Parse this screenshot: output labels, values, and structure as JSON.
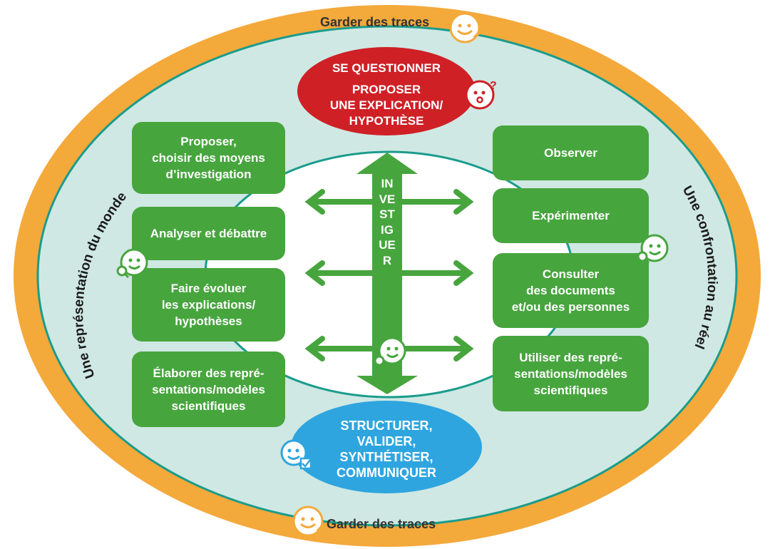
{
  "ring": {
    "top_label": "Garder des traces",
    "bottom_label": "Garder des traces",
    "left_label": "Une représentation du monde",
    "right_label": "Une confrontation au réel"
  },
  "top_bubble": {
    "line1": "SE QUESTIONNER",
    "line2": "PROPOSER\nUNE EXPLICATION/\nHYPOTHÈSE"
  },
  "bottom_bubble": {
    "text": "STRUCTURER,\nVALIDER,\nSYNTHÉTISER,\nCOMMUNIQUER"
  },
  "center": {
    "label": "INVESTIGUER"
  },
  "left_boxes": [
    "Proposer,\nchoisir des moyens\nd’investigation",
    "Analyser et débattre",
    "Faire évoluer\nles explications/\nhypothèses",
    "Élaborer des repré-\nsentations/modèles\nscientifiques"
  ],
  "right_boxes": [
    "Observer",
    "Expérimenter",
    "Consulter\ndes documents\net/ou des personnes",
    "Utiliser des repré-\nsentations/modèles\nscientifiques"
  ],
  "colors": {
    "outer_ring": "#f4a93b",
    "teal_border": "#1a9c8c",
    "inner_fill": "#cfe8e3",
    "green": "#47a53e",
    "red": "#cf2026",
    "blue": "#2ea5df"
  },
  "icons": [
    "pencil-face-icon",
    "question-face-icon",
    "magnifier-face-icon",
    "checkbox-face-icon"
  ]
}
